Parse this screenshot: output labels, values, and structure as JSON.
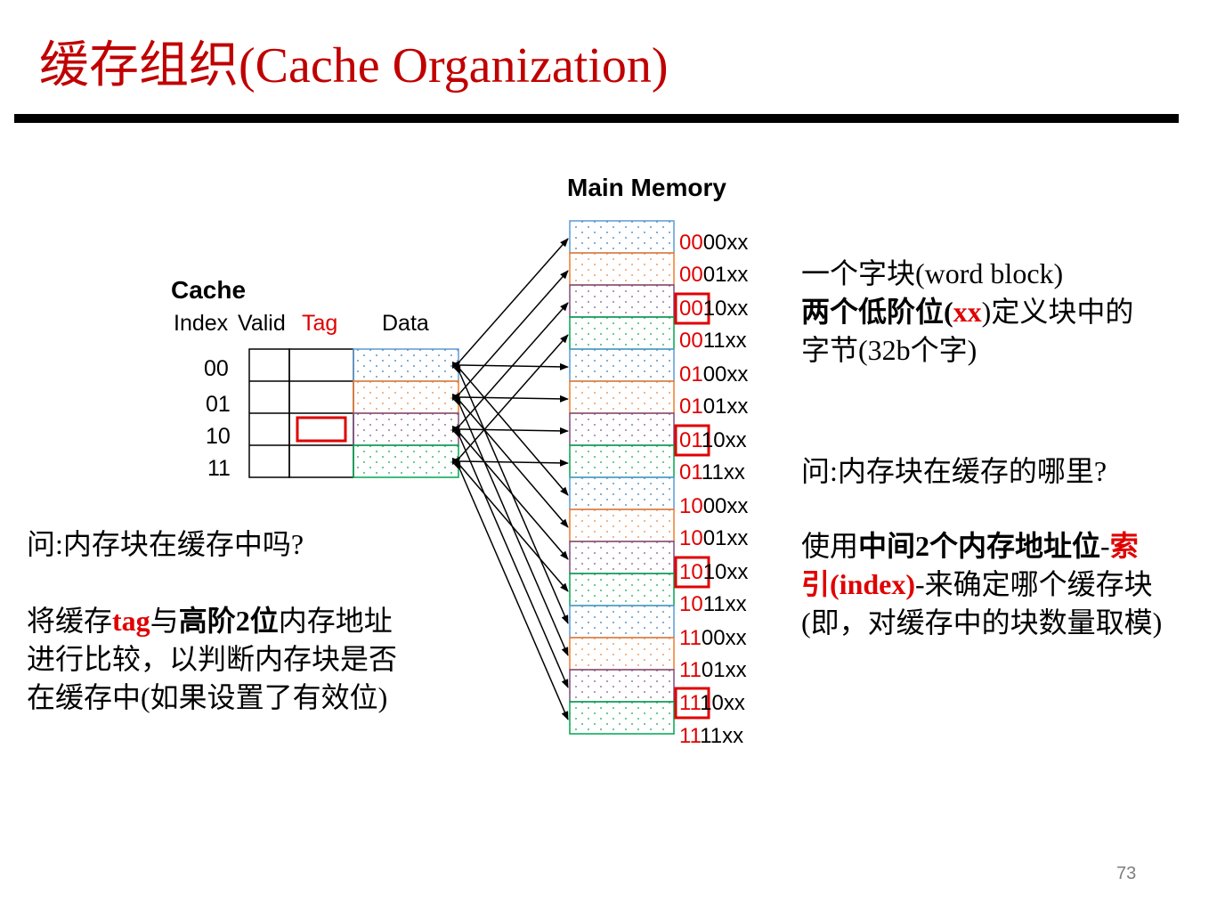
{
  "title": "缓存组织(Cache Organization)",
  "main_memory_label": "Main Memory",
  "cache_label": "Cache",
  "cache_headers": {
    "index": "Index",
    "valid": "Valid",
    "tag": "Tag",
    "data": "Data"
  },
  "cache_indices": [
    "00",
    "01",
    "10",
    "11"
  ],
  "memory_addresses": [
    {
      "hi": "00",
      "mid": "00",
      "lo": "xx"
    },
    {
      "hi": "00",
      "mid": "01",
      "lo": "xx"
    },
    {
      "hi": "00",
      "mid": "10",
      "lo": "xx"
    },
    {
      "hi": "00",
      "mid": "11",
      "lo": "xx"
    },
    {
      "hi": "01",
      "mid": "00",
      "lo": "xx"
    },
    {
      "hi": "01",
      "mid": "01",
      "lo": "xx"
    },
    {
      "hi": "01",
      "mid": "10",
      "lo": "xx"
    },
    {
      "hi": "01",
      "mid": "11",
      "lo": "xx"
    },
    {
      "hi": "10",
      "mid": "00",
      "lo": "xx"
    },
    {
      "hi": "10",
      "mid": "01",
      "lo": "xx"
    },
    {
      "hi": "10",
      "mid": "10",
      "lo": "xx"
    },
    {
      "hi": "10",
      "mid": "11",
      "lo": "xx"
    },
    {
      "hi": "11",
      "mid": "00",
      "lo": "xx"
    },
    {
      "hi": "11",
      "mid": "01",
      "lo": "xx"
    },
    {
      "hi": "11",
      "mid": "10",
      "lo": "xx"
    },
    {
      "hi": "11",
      "mid": "11",
      "lo": "xx"
    }
  ],
  "colors": {
    "title": "#c00000",
    "highlight": "#e00000",
    "block_blue": "#5b9bd5",
    "block_orange": "#ed7d31",
    "block_purple": "#7f4f7f",
    "block_green": "#00a650"
  },
  "right_text": {
    "line1": "一个字块(word block)",
    "line2_a": "两个低阶位(",
    "line2_b": "xx",
    "line2_c": ")定义块中的",
    "line3": "字节(32b个字)",
    "question": "问:内存块在缓存的哪里?",
    "ans1_a": "使用",
    "ans1_b": "中间2个内存地址位",
    "ans1_c": "-",
    "ans1_d": "索",
    "ans2_a": "引",
    "ans2_b": "(index)",
    "ans2_c": "-来确定哪个缓存块",
    "ans3": "(即，对缓存中的块数量取模)"
  },
  "left_text": {
    "question": "问:内存块在缓存中吗?",
    "l1_a": "将缓存",
    "l1_b": "tag",
    "l1_c": "与",
    "l1_d": "高阶2位",
    "l1_e": "内存地址",
    "l2": "进行比较，以判断内存块是否",
    "l3": "在缓存中(如果设置了有效位)"
  },
  "page_number": "73"
}
